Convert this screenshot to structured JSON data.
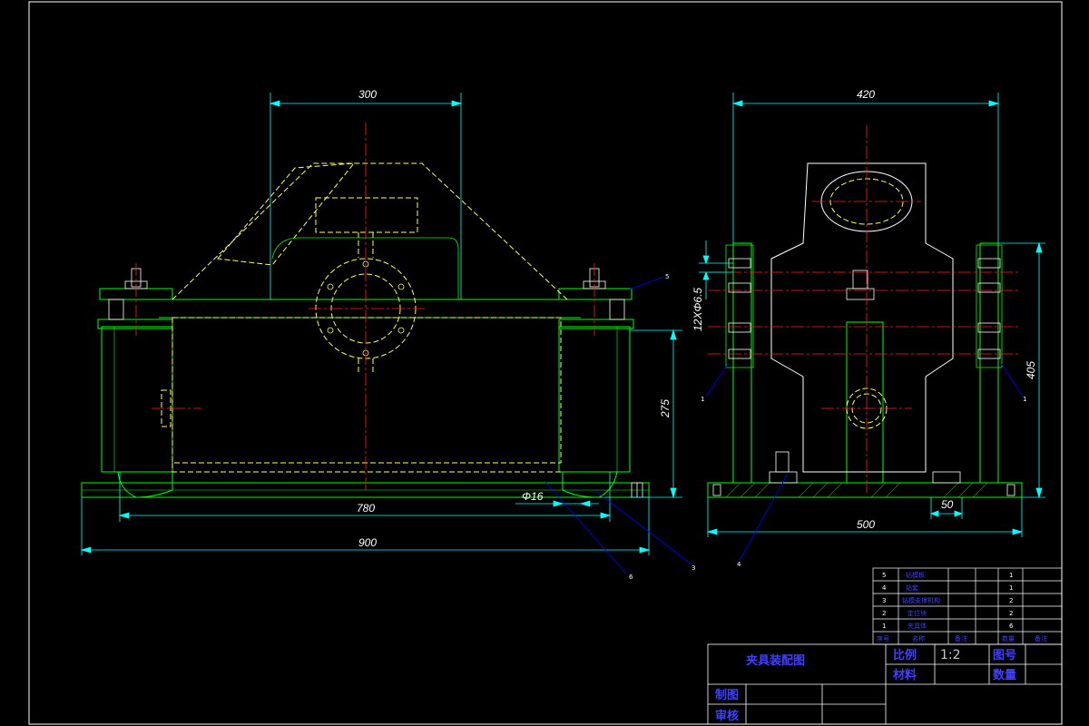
{
  "drawing": {
    "colors": {
      "background": "#000000",
      "outline": "#00ff00",
      "hidden": "#ffff66",
      "center": "#ff2020",
      "dimension": "#00ffff",
      "leader": "#0000ff",
      "parts": "#ffffff"
    },
    "front_view": {
      "dims": {
        "top_width": "300",
        "height": "275",
        "bolt_spacing": "780",
        "overall_width": "900",
        "hole_dia": "Φ16"
      },
      "balloons": [
        "5",
        "6",
        "3"
      ]
    },
    "side_view": {
      "dims": {
        "top_width": "420",
        "height": "405",
        "holes": "12XΦ6.5",
        "base_width": "500",
        "slot": "50"
      },
      "balloons": [
        "1",
        "1",
        "4"
      ]
    },
    "parts_list": {
      "rows": [
        {
          "no": "5",
          "name": "钻模板",
          "qty": "1"
        },
        {
          "no": "4",
          "name": "钻套",
          "qty": "1"
        },
        {
          "no": "3",
          "name": "钻模支撑机构",
          "qty": "2"
        },
        {
          "no": "2",
          "name": "定位块",
          "qty": "2"
        },
        {
          "no": "1",
          "name": "夹具体",
          "qty": "6"
        }
      ],
      "header": [
        "序号",
        "名称",
        "",
        "备注",
        "",
        "数量",
        "备注"
      ]
    },
    "title_block": {
      "title": "夹具装配图",
      "scale_label": "比例",
      "scale_value": "1:2",
      "drawing_no_label": "图号",
      "material_label": "材料",
      "qty_label": "数量",
      "drawn_label": "制图",
      "checked_label": "审核"
    }
  }
}
